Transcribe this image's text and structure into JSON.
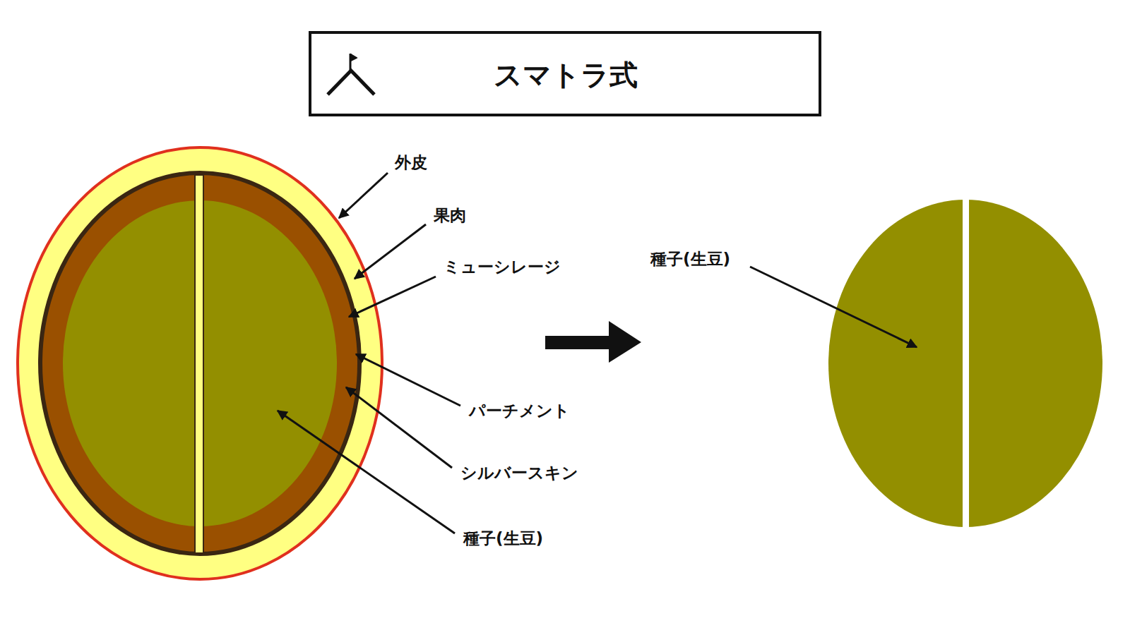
{
  "diagram": {
    "title": "スマトラ式",
    "labels": [
      "外皮",
      "果肉",
      "ミューシレージ",
      "パーチメント",
      "シルバースキン",
      "種子(生豆)",
      "種子(生豆)"
    ]
  }
}
